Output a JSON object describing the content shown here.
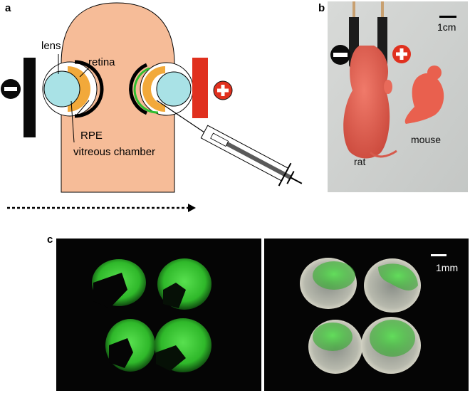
{
  "panels": {
    "a": {
      "letter": "a",
      "labels": {
        "lens": "lens",
        "retina": "retina",
        "rpe": "RPE",
        "vitreous": "vitreous chamber"
      }
    },
    "b": {
      "letter": "b",
      "scale_bar": "1cm",
      "labels": {
        "rat": "rat",
        "mouse": "mouse"
      }
    },
    "c": {
      "letter": "c",
      "scale_bar": "1mm"
    }
  },
  "colors": {
    "head": "#f6bc98",
    "retina": "#f2a93a",
    "lens": "#a9e2e6",
    "negative_electrode": "#0a0a0a",
    "positive_electrode": "#e0301e",
    "gfp": "#3ccf3a"
  },
  "icons": [
    "minus-icon",
    "plus-icon",
    "syringe-icon",
    "arrow-icon"
  ]
}
